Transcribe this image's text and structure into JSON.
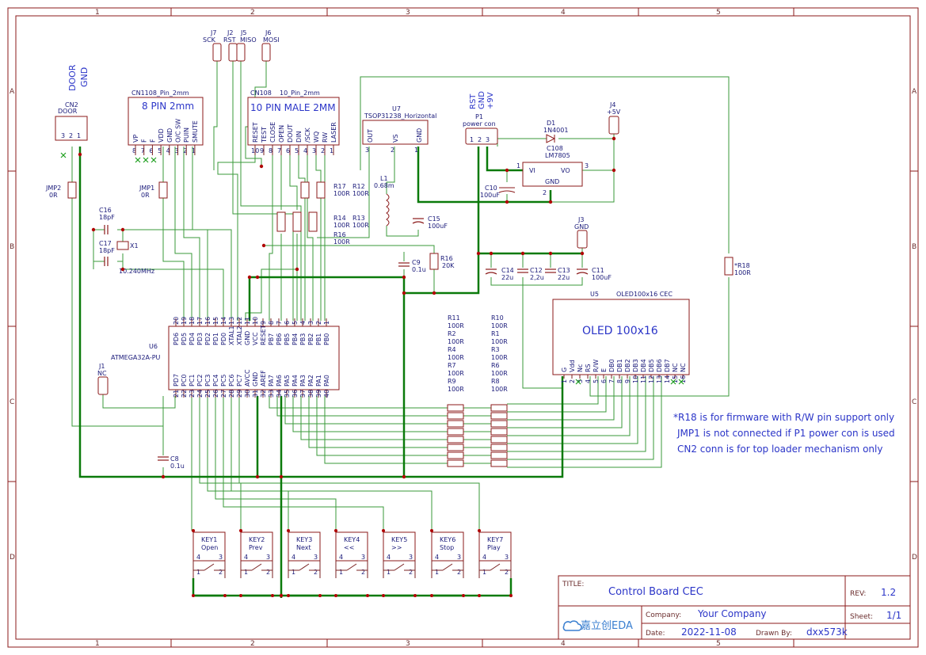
{
  "frame": {
    "cols": [
      "1",
      "2",
      "3",
      "4",
      "5"
    ],
    "rows": [
      "A",
      "B",
      "C",
      "D"
    ]
  },
  "colors": {
    "wire": "#2f8f2f",
    "bus": "#007a00",
    "part": "#8b1a1a",
    "pin": "#7a2020",
    "text": "#2b35c8",
    "junction": "#b00000",
    "nc": "#20a020"
  },
  "connectors": {
    "cn2": {
      "ref": "CN2",
      "name": "DOOR",
      "rot_top": "DOOR",
      "rot_bottom": "GND",
      "pins": [
        "3",
        "2",
        "1"
      ]
    },
    "cn1108": {
      "ref": "CN1108_Pin_2mm",
      "title": "8 PIN 2mm",
      "signals": [
        "VP",
        "F",
        "F",
        "VDD",
        "GND",
        "O/C SW",
        "PUIN",
        "SMUTE"
      ],
      "pins": [
        "8",
        "7",
        "6",
        "5",
        "4",
        "3",
        "2",
        "1"
      ]
    },
    "cn108": {
      "ref": "CN108",
      "name": "10_Pin_2mm",
      "title": "10 PIN MALE 2MM",
      "signals": [
        "RESET",
        "TEST",
        "CLOSE",
        "OPEN",
        "DOUT",
        "DIN",
        "/SCK",
        "WQ",
        "RW",
        "LASER"
      ],
      "pins": [
        "10",
        "9",
        "8",
        "7",
        "6",
        "5",
        "4",
        "3",
        "2",
        "1"
      ]
    },
    "u7": {
      "ref": "U7",
      "name": "TSOP31238_Horizontal",
      "pins": [
        {
          "n": "3",
          "s": "OUT"
        },
        {
          "n": "2",
          "s": "VS"
        },
        {
          "n": "1",
          "s": "GND"
        }
      ]
    },
    "p1": {
      "ref": "P1",
      "name": "power con",
      "sig": [
        "RST",
        "GND",
        "+9V"
      ],
      "pins": [
        "1",
        "2",
        "3"
      ]
    },
    "j7": {
      "ref": "J7",
      "name": "SCK"
    },
    "j2": {
      "ref": "J2",
      "name": "RST"
    },
    "j5": {
      "ref": "J5",
      "name": "MISO"
    },
    "j6": {
      "ref": "J6",
      "name": "MOSI"
    },
    "j4": {
      "ref": "J4",
      "name": "+5V"
    },
    "j3": {
      "ref": "J3",
      "name": "GND"
    },
    "j1": {
      "ref": "J1",
      "name": "NC"
    }
  },
  "parts": {
    "d1": {
      "ref": "D1",
      "val": "1N4001"
    },
    "reg": {
      "ref": "C108",
      "val": "LM7805",
      "vi": "VI",
      "vo": "VO",
      "gnd": "GND",
      "p1": "1",
      "p2": "2",
      "p3": "3"
    },
    "c10": {
      "ref": "C10",
      "val": "100uF"
    },
    "l1": {
      "ref": "L1",
      "val": "0.68m"
    },
    "c15": {
      "ref": "C15",
      "val": "100uF"
    },
    "c16": {
      "ref": "C16",
      "val": "18pF"
    },
    "c17": {
      "ref": "C17",
      "val": "18pF"
    },
    "x1": {
      "ref": "X1",
      "val": "10.240MHz"
    },
    "jmp1": {
      "ref": "JMP1",
      "val": "0R"
    },
    "jmp2": {
      "ref": "JMP2",
      "val": "0R"
    },
    "r17": {
      "ref": "R17",
      "val": "100R"
    },
    "r12": {
      "ref": "R12",
      "val": "100R"
    },
    "r14": {
      "ref": "R14",
      "val": "100R"
    },
    "r13": {
      "ref": "R13",
      "val": "100R"
    },
    "r16b": {
      "ref": "R16",
      "val": "100R"
    },
    "c9": {
      "ref": "C9",
      "val": "0.1u"
    },
    "r16": {
      "ref": "R16",
      "val": "20K"
    },
    "c14": {
      "ref": "C14",
      "val": "22u"
    },
    "c12": {
      "ref": "C12",
      "val": "2,2u"
    },
    "c13": {
      "ref": "C13",
      "val": "22u"
    },
    "c11": {
      "ref": "C11",
      "val": "100uF"
    },
    "r18": {
      "ref": "*R18",
      "val": "100R"
    },
    "c8": {
      "ref": "C8",
      "val": "0.1u"
    }
  },
  "resistor_labels_left": [
    "R11",
    "100R",
    "R2",
    "100R",
    "R4",
    "100R",
    "R7",
    "100R",
    "R9",
    "100R"
  ],
  "resistor_labels_right": [
    "R10",
    "100R",
    "R1",
    "100R",
    "R3",
    "100R",
    "R6",
    "100R",
    "R8",
    "100R"
  ],
  "u6": {
    "ref": "U6",
    "name": "ATMEGA32A-PU",
    "top_signals": [
      "PD6",
      "PD5",
      "PD4",
      "PD3",
      "PD2",
      "PD1",
      "PD0",
      "XTAL1",
      "XTAL2",
      "GND",
      "VCC",
      "RESET",
      "PB7",
      "PB6",
      "PB5",
      "PB4",
      "PB3",
      "PB2",
      "PB1",
      "PB0"
    ],
    "top_pins": [
      "20",
      "19",
      "18",
      "17",
      "16",
      "15",
      "14",
      "13",
      "12",
      "11",
      "10",
      "9",
      "8",
      "7",
      "6",
      "5",
      "4",
      "3",
      "2",
      "1"
    ],
    "bottom_signals": [
      "PD7",
      "PC0",
      "PC1",
      "PC2",
      "PC3",
      "PC4",
      "PC5",
      "PC6",
      "PC7",
      "AVCC",
      "GND",
      "AREF",
      "PA7",
      "PA6",
      "PA5",
      "PA4",
      "PA3",
      "PA2",
      "PA1",
      "PA0"
    ],
    "bottom_pins": [
      "21",
      "22",
      "23",
      "24",
      "25",
      "26",
      "27",
      "28",
      "29",
      "30",
      "31",
      "32",
      "33",
      "34",
      "35",
      "36",
      "37",
      "38",
      "39",
      "40"
    ]
  },
  "u5": {
    "ref": "U5",
    "name": "OLED100x16 CEC",
    "title": "OLED 100x16",
    "signals": [
      "G",
      "Vdd",
      "Nc",
      "RS",
      "R/W",
      "E",
      "DB0",
      "DB1",
      "DB2",
      "DB3",
      "DB4",
      "DB5",
      "DB6",
      "DB7",
      "NC",
      "NC"
    ],
    "pins": [
      "1",
      "2",
      "3",
      "4",
      "5",
      "6",
      "7",
      "8",
      "9",
      "10",
      "11",
      "12",
      "13",
      "14",
      "15",
      "16"
    ]
  },
  "keys": [
    {
      "ref": "KEY1",
      "name": "Open"
    },
    {
      "ref": "KEY2",
      "name": "Prev"
    },
    {
      "ref": "KEY3",
      "name": "Next"
    },
    {
      "ref": "KEY4",
      "name": "<<"
    },
    {
      "ref": "KEY5",
      "name": ">>"
    },
    {
      "ref": "KEY6",
      "name": "Stop"
    },
    {
      "ref": "KEY7",
      "name": "Play"
    }
  ],
  "key_pins": [
    "4",
    "3",
    "1",
    "2"
  ],
  "notes": [
    "*R18 is for firmware with R/W pin support only",
    "JMP1 is not connected if P1 power con is used",
    "CN2 conn is for top loader mechanism only"
  ],
  "titleblock": {
    "title_label": "TITLE:",
    "title": "Control Board CEC",
    "rev_label": "REV:",
    "rev": "1.2",
    "company_label": "Company:",
    "company": "Your Company",
    "sheet_label": "Sheet:",
    "sheet": "1/1",
    "date_label": "Date:",
    "date": "2022-11-08",
    "drawn_label": "Drawn By:",
    "drawn": "dxx573k",
    "logo": "嘉立创EDA"
  }
}
